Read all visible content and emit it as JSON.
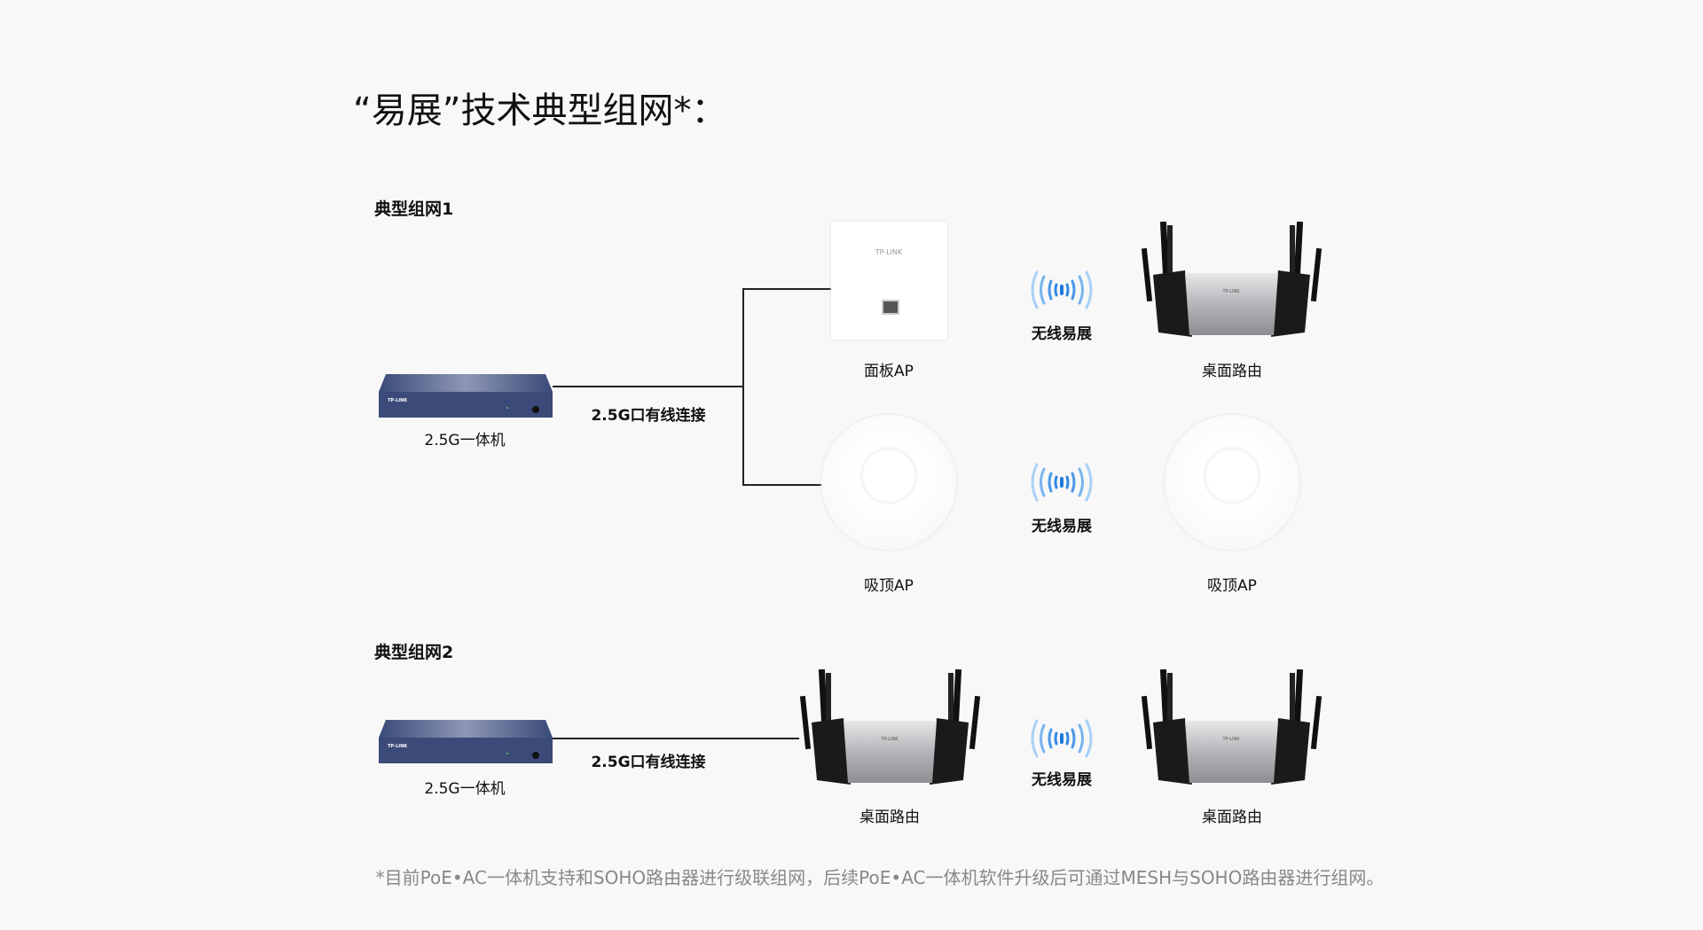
{
  "title": "“易展”技术典型组网*：",
  "section1": {
    "heading": "典型组网1",
    "switch_label": "2.5G一体机",
    "wired_label": "2.5G口有线连接",
    "panel_ap_label": "面板AP",
    "panel_ap_brand": "TP-LINK",
    "wireless_label_1": "无线易展",
    "router_label": "桌面路由",
    "ceiling_ap_label_1": "吸顶AP",
    "wireless_label_2": "无线易展",
    "ceiling_ap_label_2": "吸顶AP"
  },
  "section2": {
    "heading": "典型组网2",
    "switch_label": "2.5G一体机",
    "wired_label": "2.5G口有线连接",
    "router_label_1": "桌面路由",
    "wireless_label": "无线易展",
    "router_label_2": "桌面路由"
  },
  "device_brand": "TP-LINK",
  "footnote": "*目前PoE•AC一体机支持和SOHO路由器进行级联组网，后续PoE•AC一体机软件升级后可通过MESH与SOHO路由器进行组网。",
  "colors": {
    "wifi": "#3a8ee6",
    "switch": "#3a4a78",
    "line": "#222222"
  }
}
